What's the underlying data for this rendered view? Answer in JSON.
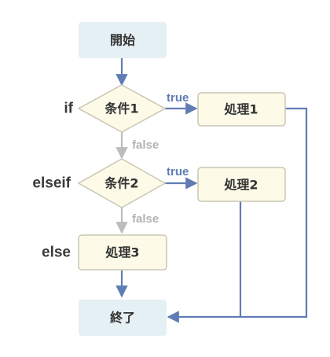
{
  "nodes": {
    "start": "開始",
    "condition1": "条件1",
    "condition2": "条件2",
    "process1": "処理1",
    "process2": "処理2",
    "process3": "処理3",
    "end": "終了"
  },
  "side_labels": {
    "if": "if",
    "elseif": "elseif",
    "else": "else"
  },
  "branches": {
    "true1": "true",
    "true2": "true",
    "false1": "false",
    "false2": "false"
  },
  "colors": {
    "terminal_fill": "#e5f0f4",
    "process_fill": "#fdfbe8",
    "process_stroke": "#c9c7b4",
    "flow_line": "#5f7db3",
    "false_line": "#bcbcbc",
    "false_text": "#b3b3b3",
    "true_text": "#5f7db3"
  }
}
